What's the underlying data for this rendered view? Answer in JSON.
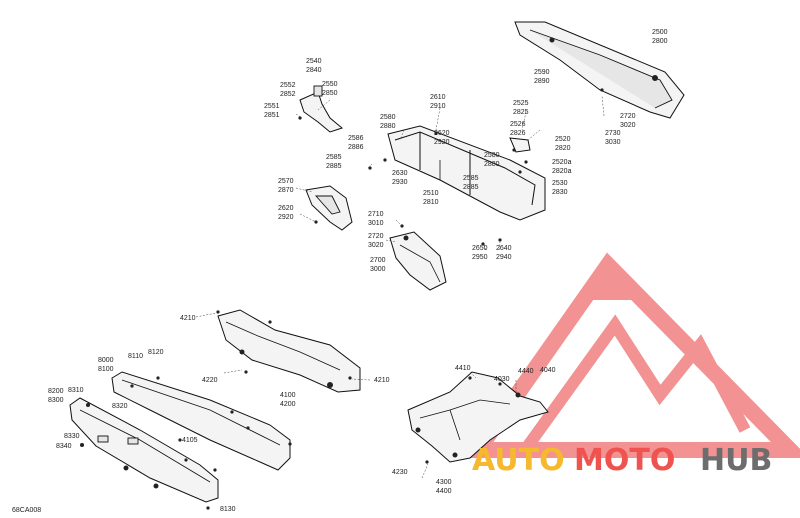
{
  "diagram": {
    "code": "68CA008",
    "watermark": {
      "auto": "AUTO",
      "moto": "MOTO",
      "hub": "HUB",
      "color_red": "#ef5350",
      "color_yellow": "#f5b82e",
      "color_gray": "#6d6d6d",
      "color_triangle": "#f08080"
    },
    "callouts": [
      {
        "id": "c2500",
        "a": "2500",
        "b": "2800"
      },
      {
        "id": "c2540",
        "a": "2540",
        "b": "2840"
      },
      {
        "id": "c2552",
        "a": "2552",
        "b": "2852"
      },
      {
        "id": "c2550",
        "a": "2550",
        "b": "2850"
      },
      {
        "id": "c2551",
        "a": "2551",
        "b": "2851"
      },
      {
        "id": "c2590",
        "a": "2590",
        "b": "2890"
      },
      {
        "id": "c2610",
        "a": "2610",
        "b": "2910"
      },
      {
        "id": "c2525",
        "a": "2525",
        "b": "2825"
      },
      {
        "id": "c2720a",
        "a": "2720",
        "b": "3020"
      },
      {
        "id": "c2580a",
        "a": "2580",
        "b": "2880"
      },
      {
        "id": "c2526",
        "a": "2526",
        "b": "2826"
      },
      {
        "id": "c2730",
        "a": "2730",
        "b": "3030"
      },
      {
        "id": "c2586",
        "a": "2586",
        "b": "2886"
      },
      {
        "id": "c2620a",
        "a": "2620",
        "b": "2920"
      },
      {
        "id": "c2520",
        "a": "2520",
        "b": "2820"
      },
      {
        "id": "c2585a",
        "a": "2585",
        "b": "2885"
      },
      {
        "id": "c2580b",
        "a": "2580",
        "b": "2880"
      },
      {
        "id": "c2520a",
        "a": "2520a",
        "b": "2820a"
      },
      {
        "id": "c2630",
        "a": "2630",
        "b": "2930"
      },
      {
        "id": "c2570",
        "a": "2570",
        "b": "2870"
      },
      {
        "id": "c2585b",
        "a": "2585",
        "b": "2885"
      },
      {
        "id": "c2530",
        "a": "2530",
        "b": "2830"
      },
      {
        "id": "c2510",
        "a": "2510",
        "b": "2810"
      },
      {
        "id": "c2620b",
        "a": "2620",
        "b": "2920"
      },
      {
        "id": "c2710",
        "a": "2710",
        "b": "3010"
      },
      {
        "id": "c2720b",
        "a": "2720",
        "b": "3020"
      },
      {
        "id": "c2650",
        "a": "2650",
        "b": "2950"
      },
      {
        "id": "c2640",
        "a": "2640",
        "b": "2940"
      },
      {
        "id": "c2700",
        "a": "2700",
        "b": "3000"
      },
      {
        "id": "c8000",
        "a": "8000",
        "b": "8100"
      },
      {
        "id": "c8200",
        "a": "8200",
        "b": "8300"
      },
      {
        "id": "c4100",
        "a": "4100",
        "b": "4200"
      },
      {
        "id": "c4300",
        "a": "4300",
        "b": "4400"
      }
    ],
    "singles": [
      {
        "id": "s4210a",
        "t": "4210"
      },
      {
        "id": "s4220",
        "t": "4220"
      },
      {
        "id": "s4210b",
        "t": "4210"
      },
      {
        "id": "s8110",
        "t": "8110"
      },
      {
        "id": "s8120",
        "t": "8120"
      },
      {
        "id": "s8310",
        "t": "8310"
      },
      {
        "id": "s8320",
        "t": "8320"
      },
      {
        "id": "s8330",
        "t": "8330"
      },
      {
        "id": "s8340",
        "t": "8340"
      },
      {
        "id": "s4105",
        "t": "4105"
      },
      {
        "id": "s8130",
        "t": "8130"
      },
      {
        "id": "s4410",
        "t": "4410"
      },
      {
        "id": "s4440",
        "t": "4440"
      },
      {
        "id": "s4040",
        "t": "4040"
      },
      {
        "id": "s4030",
        "t": "4030"
      },
      {
        "id": "s4230",
        "t": "4230"
      }
    ]
  }
}
